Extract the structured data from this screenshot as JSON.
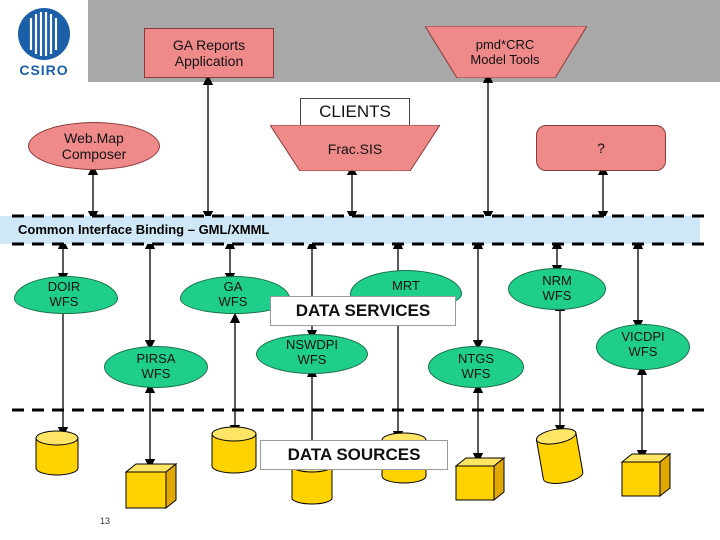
{
  "logo": {
    "text": "CSIRO"
  },
  "clients": {
    "ga_reports": "GA Reports\nApplication",
    "pmd_crc": "pmd*CRC\nModel Tools",
    "label": "CLIENTS",
    "webmap": "Web.Map\nComposer",
    "fracsis": "Frac.SIS",
    "unknown": "?"
  },
  "interface_label": "Common Interface Binding – GML/XMML",
  "services": {
    "label": "DATA SERVICES",
    "doir": "DOIR\nWFS",
    "ga": "GA\nWFS",
    "mrt": "MRT",
    "nrm": "NRM\nWFS",
    "pirsa": "PIRSA\nWFS",
    "nswdpi": "NSWDPI\nWFS",
    "ntgs": "NTGS\nWFS",
    "vicdpi": "VICDPI\nWFS"
  },
  "sources_label": "DATA SOURCES",
  "page_number": "13",
  "colors": {
    "client_red": "#ef8a8a",
    "service_green": "#1fce8a",
    "interface_band": "#cfe8f8",
    "db_yellow": "#ffd200",
    "logo_blue": "#1a5fa8",
    "header_gray": "#a8a8a8"
  }
}
